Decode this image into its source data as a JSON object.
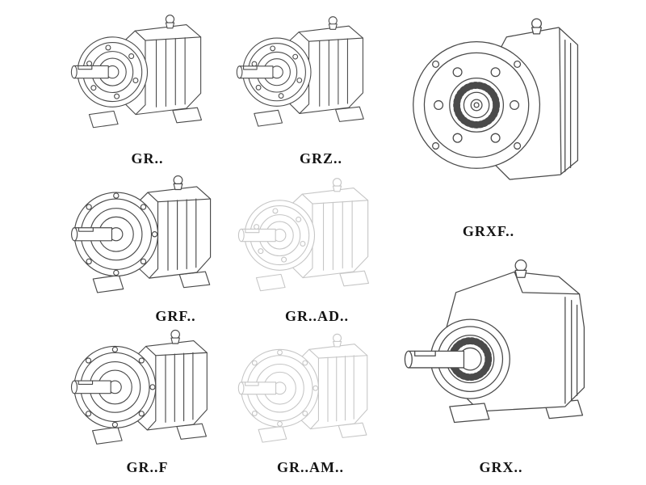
{
  "page": {
    "background": "#ffffff",
    "line_color": "#4a4a4a",
    "phantom_line_color": "#c6c6c6",
    "label_color": "#141414"
  },
  "models": [
    {
      "id": "gr",
      "label": "GR..",
      "render": "solid",
      "icon": "gear-reducer-foot-mounted-drawing"
    },
    {
      "id": "grz",
      "label": "GRZ..",
      "render": "solid",
      "icon": "gear-reducer-foot-mounted-drawing"
    },
    {
      "id": "grxf",
      "label": "GRXF..",
      "render": "solid",
      "icon": "gear-reducer-flange-front-drawing"
    },
    {
      "id": "grf",
      "label": "GRF..",
      "render": "solid",
      "icon": "gear-reducer-flange-drawing"
    },
    {
      "id": "gr-ad",
      "label": "GR..AD..",
      "render": "phantom",
      "icon": "gear-reducer-adapter-phantom-drawing"
    },
    {
      "id": "gr-f",
      "label": "GR..F",
      "render": "solid",
      "icon": "gear-reducer-flange-drawing"
    },
    {
      "id": "gr-am",
      "label": "GR..AM..",
      "render": "phantom",
      "icon": "gear-reducer-adapter-phantom-drawing"
    },
    {
      "id": "grx",
      "label": "GRX..",
      "render": "solid",
      "icon": "gear-reducer-large-foot-mounted-drawing"
    }
  ]
}
